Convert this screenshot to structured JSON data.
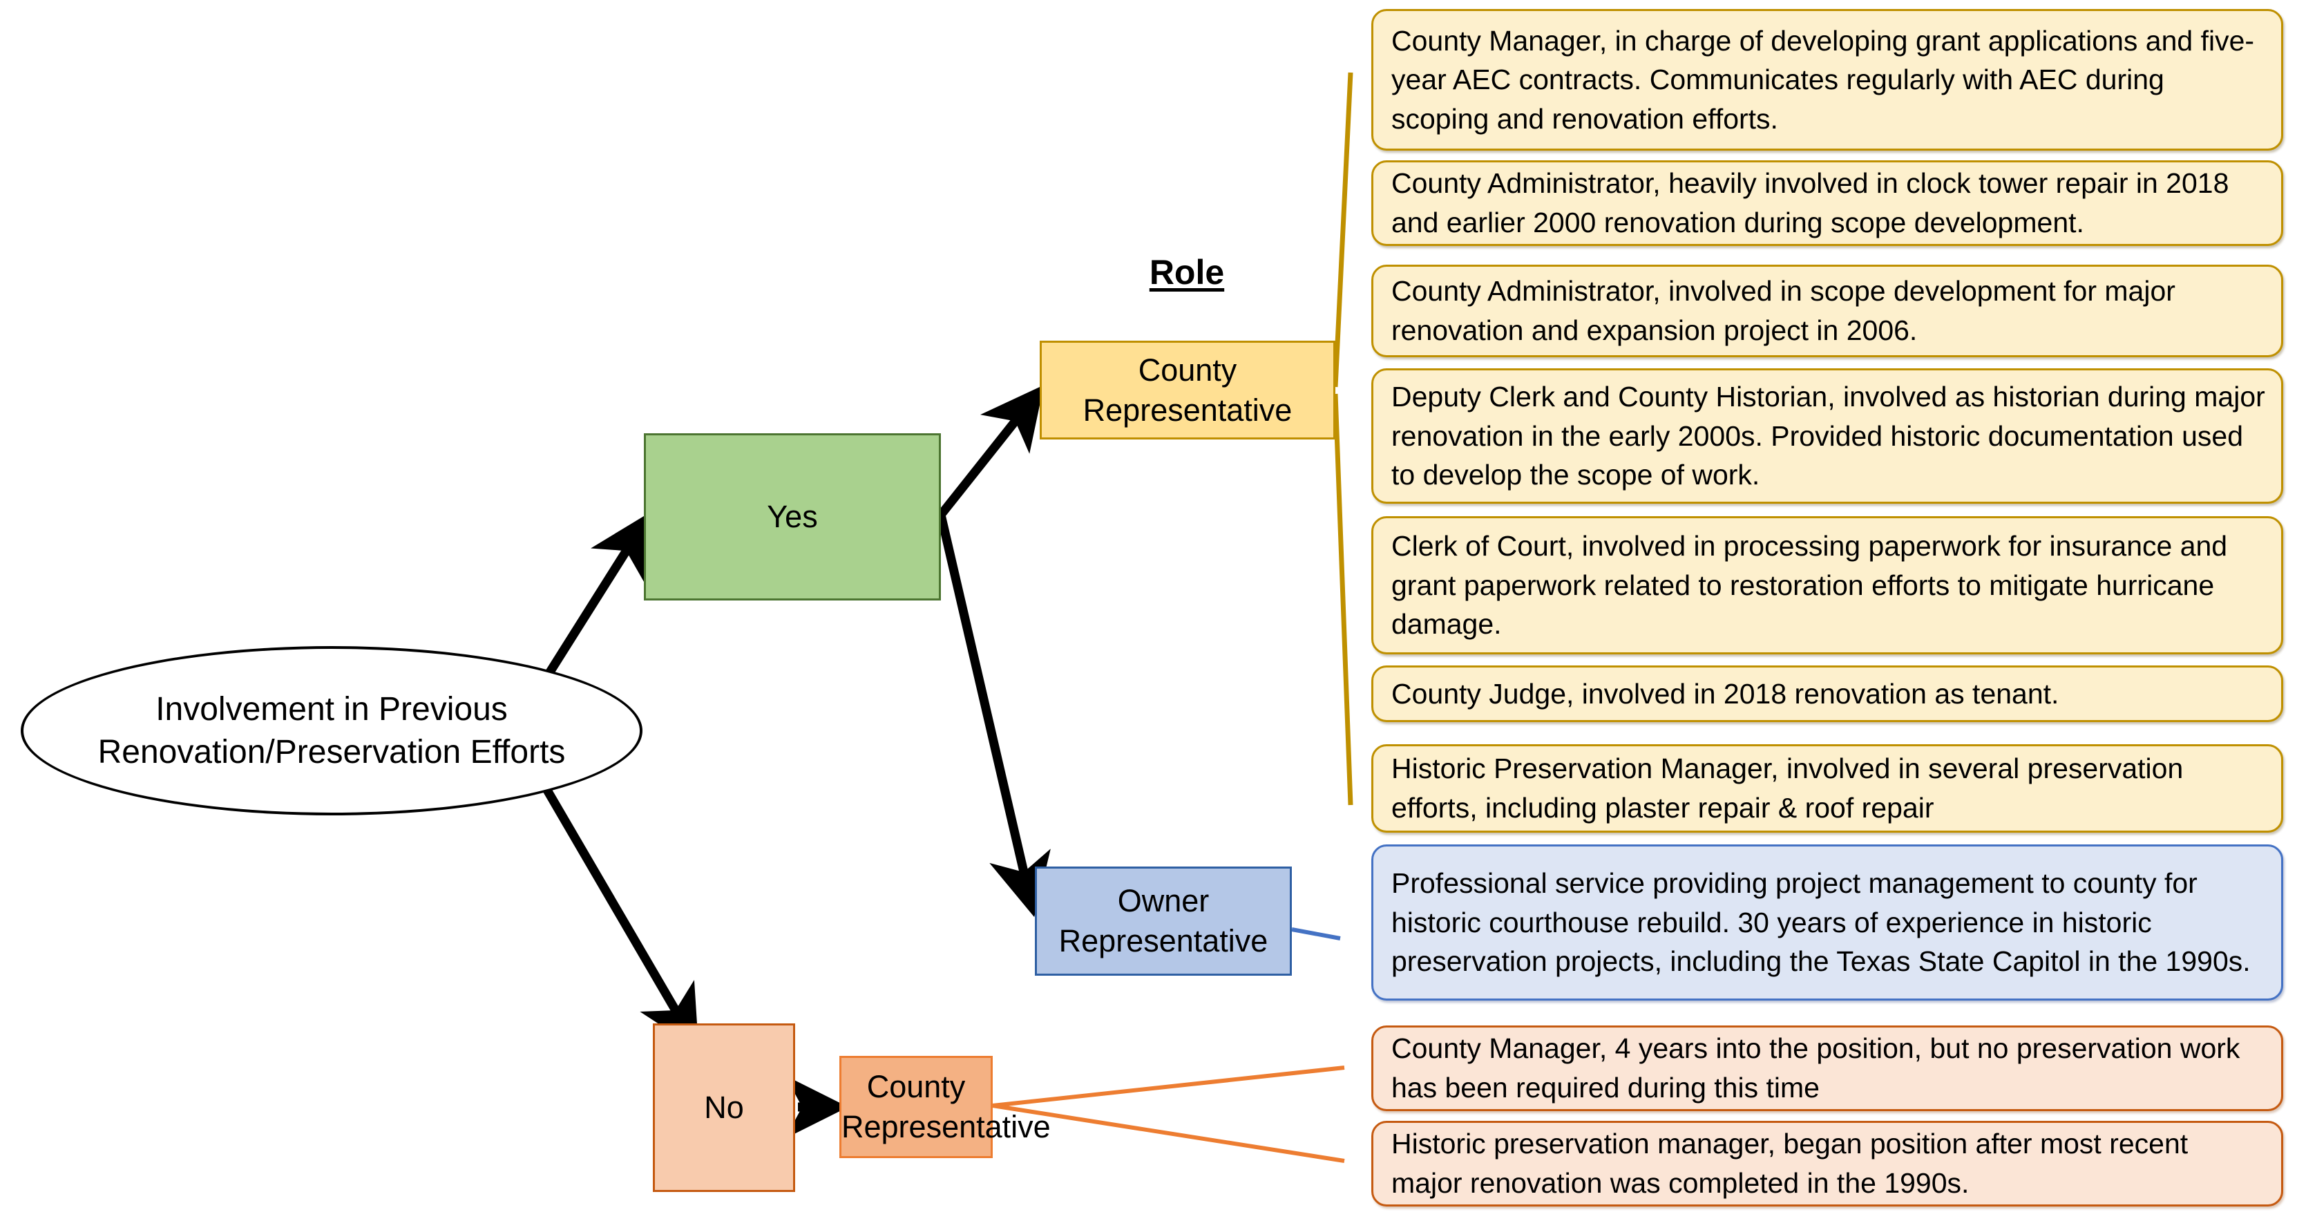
{
  "diagram": {
    "title_label": "Role",
    "root": {
      "label": "Involvement in Previous Renovation/Preservation Efforts"
    },
    "branches": {
      "yes": {
        "label": "Yes"
      },
      "no": {
        "label": "No"
      }
    },
    "roles": {
      "county_representative_yes": {
        "label": "County\nRepresentative"
      },
      "owner_representative": {
        "label": "Owner\nRepresentative"
      },
      "county_representative_no": {
        "label": "County\nRepresentative"
      }
    },
    "callouts_county_rep_yes": [
      {
        "text": "County Manager, in charge of developing grant applications and five-year AEC contracts. Communicates regularly with AEC during scoping and renovation efforts."
      },
      {
        "text": "County Administrator, heavily involved in clock tower repair in 2018 and earlier 2000 renovation during scope development."
      },
      {
        "text": "County Administrator, involved in scope development for major renovation and expansion project in 2006."
      },
      {
        "text": "Deputy Clerk and County Historian, involved as historian during major renovation in the early 2000s. Provided historic documentation used to develop the scope of work."
      },
      {
        "text": "Clerk of Court, involved in processing paperwork for insurance and grant paperwork related to restoration efforts to mitigate hurricane damage."
      },
      {
        "text": "County Judge, involved in 2018 renovation as tenant."
      },
      {
        "text": "Historic Preservation Manager, involved in several preservation efforts, including plaster repair & roof repair"
      }
    ],
    "callouts_owner_rep": [
      {
        "text": "Professional service providing project management to county for historic courthouse rebuild. 30 years of experience in historic preservation projects, including the Texas State Capitol in the 1990s."
      }
    ],
    "callouts_county_rep_no": [
      {
        "text": "County Manager, 4 years into the position, but no preservation work has been required during this time"
      },
      {
        "text": "Historic preservation manager, began position after most recent major renovation was completed in the 1990s."
      }
    ],
    "colors": {
      "yes_fill": "#a9d18e",
      "yes_stroke": "#4c7531",
      "no_fill": "#f8cbad",
      "no_stroke": "#c55a11",
      "county_rep_yellow_fill": "#ffe093",
      "county_rep_yellow_stroke": "#bf8f00",
      "owner_rep_fill": "#b4c7e7",
      "owner_rep_stroke": "#2e5fa3",
      "county_rep_orange_fill": "#f4b183",
      "county_rep_orange_stroke": "#ed7d31",
      "callout_yellow_fill": "#fdf0cd",
      "callout_yellow_stroke": "#bf9000",
      "callout_blue_fill": "#dde5f4",
      "callout_blue_stroke": "#4472c4",
      "callout_orange_fill": "#fbe5d6",
      "callout_orange_stroke": "#c55a11",
      "arrow": "#000000",
      "background": "#ffffff"
    }
  }
}
